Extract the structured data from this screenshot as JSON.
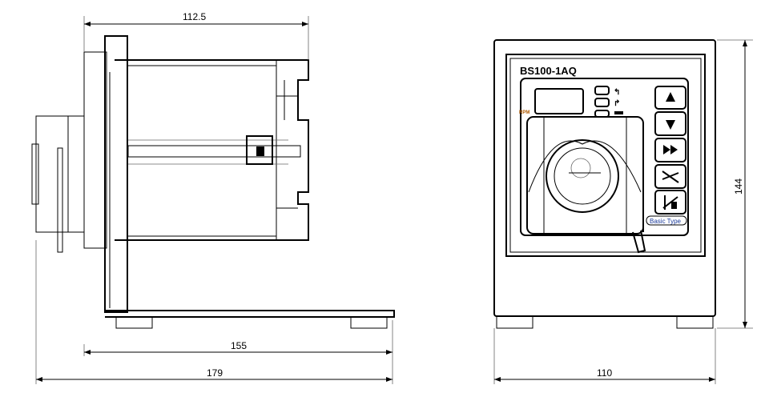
{
  "dimensions": {
    "top_width": "112.5",
    "base_length": "155",
    "total_length": "179",
    "front_width": "110",
    "height": "144"
  },
  "front_panel": {
    "model": "BS100-1AQ",
    "display_unit": "RPM",
    "type_badge": "Basic Type",
    "buttons": [
      "up-arrow-icon",
      "down-arrow-icon",
      "fast-forward-icon",
      "direction-off-icon",
      "stop-icon"
    ],
    "rpm_color": "#b05a00",
    "badge_color": "#1a3a9a"
  }
}
